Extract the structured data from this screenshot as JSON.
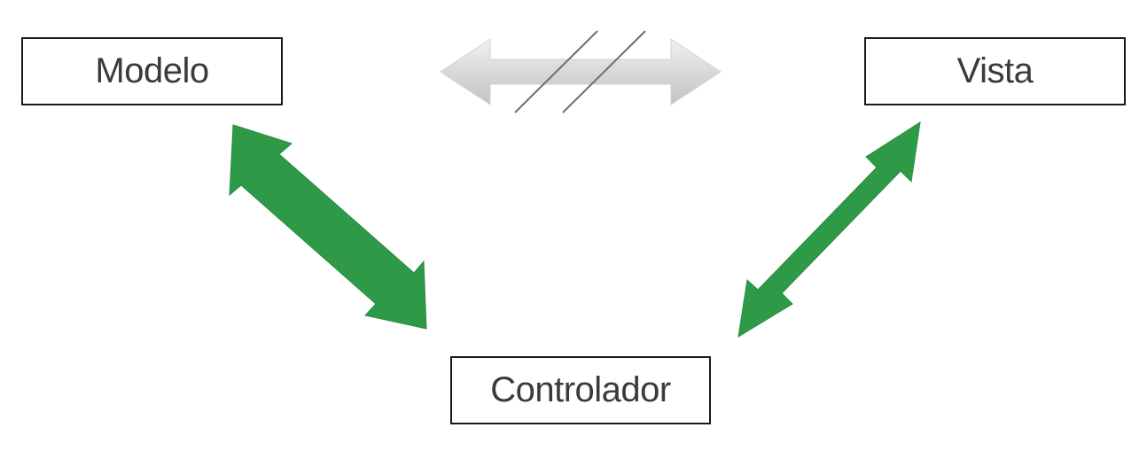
{
  "diagram": {
    "nodes": {
      "model": {
        "label": "Modelo"
      },
      "view": {
        "label": "Vista"
      },
      "controller": {
        "label": "Controlador"
      }
    },
    "connections": [
      {
        "from": "model",
        "to": "controller",
        "style": "bidirectional",
        "color": "#2e9a47"
      },
      {
        "from": "view",
        "to": "controller",
        "style": "bidirectional",
        "color": "#2e9a47"
      },
      {
        "from": "model",
        "to": "view",
        "style": "bidirectional-crossed-out",
        "color": "#d8d8d8"
      }
    ]
  }
}
